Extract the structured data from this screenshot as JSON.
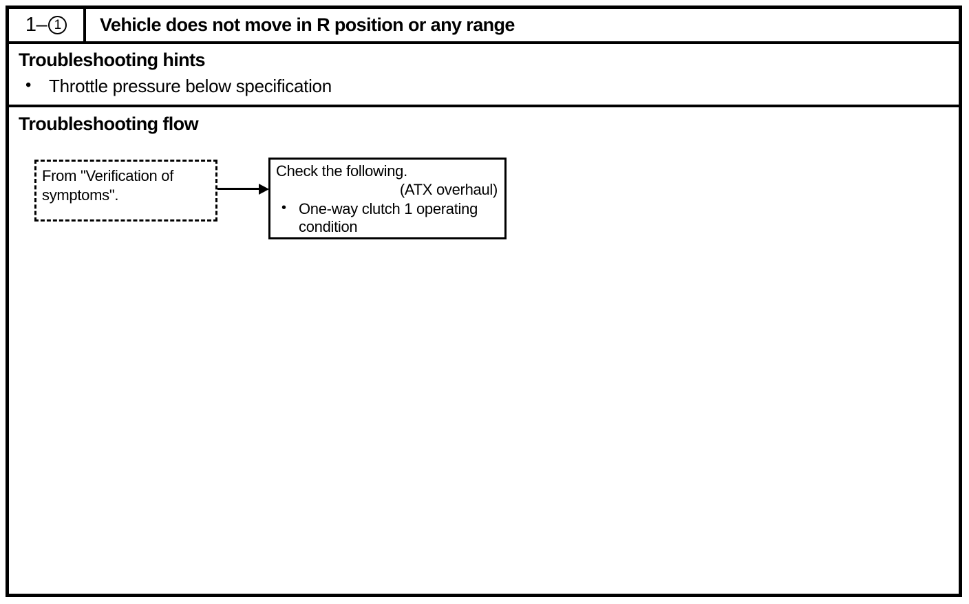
{
  "page": {
    "bg": "#ffffff",
    "ink": "#000000"
  },
  "glyphs": {
    "bullet": "•"
  },
  "header": {
    "code_prefix": "1–",
    "code_circled": "1",
    "title": "Vehicle does not move in R position or any range"
  },
  "hints": {
    "heading": "Troubleshooting hints",
    "bullet": "Throttle pressure below specification"
  },
  "flow": {
    "heading": "Troubleshooting flow",
    "from_box": "From \"Verification of symptoms\".",
    "check_box": {
      "title": "Check the following.",
      "subtitle": "(ATX overhaul)",
      "bullet": "One-way clutch 1 operating condition"
    }
  }
}
